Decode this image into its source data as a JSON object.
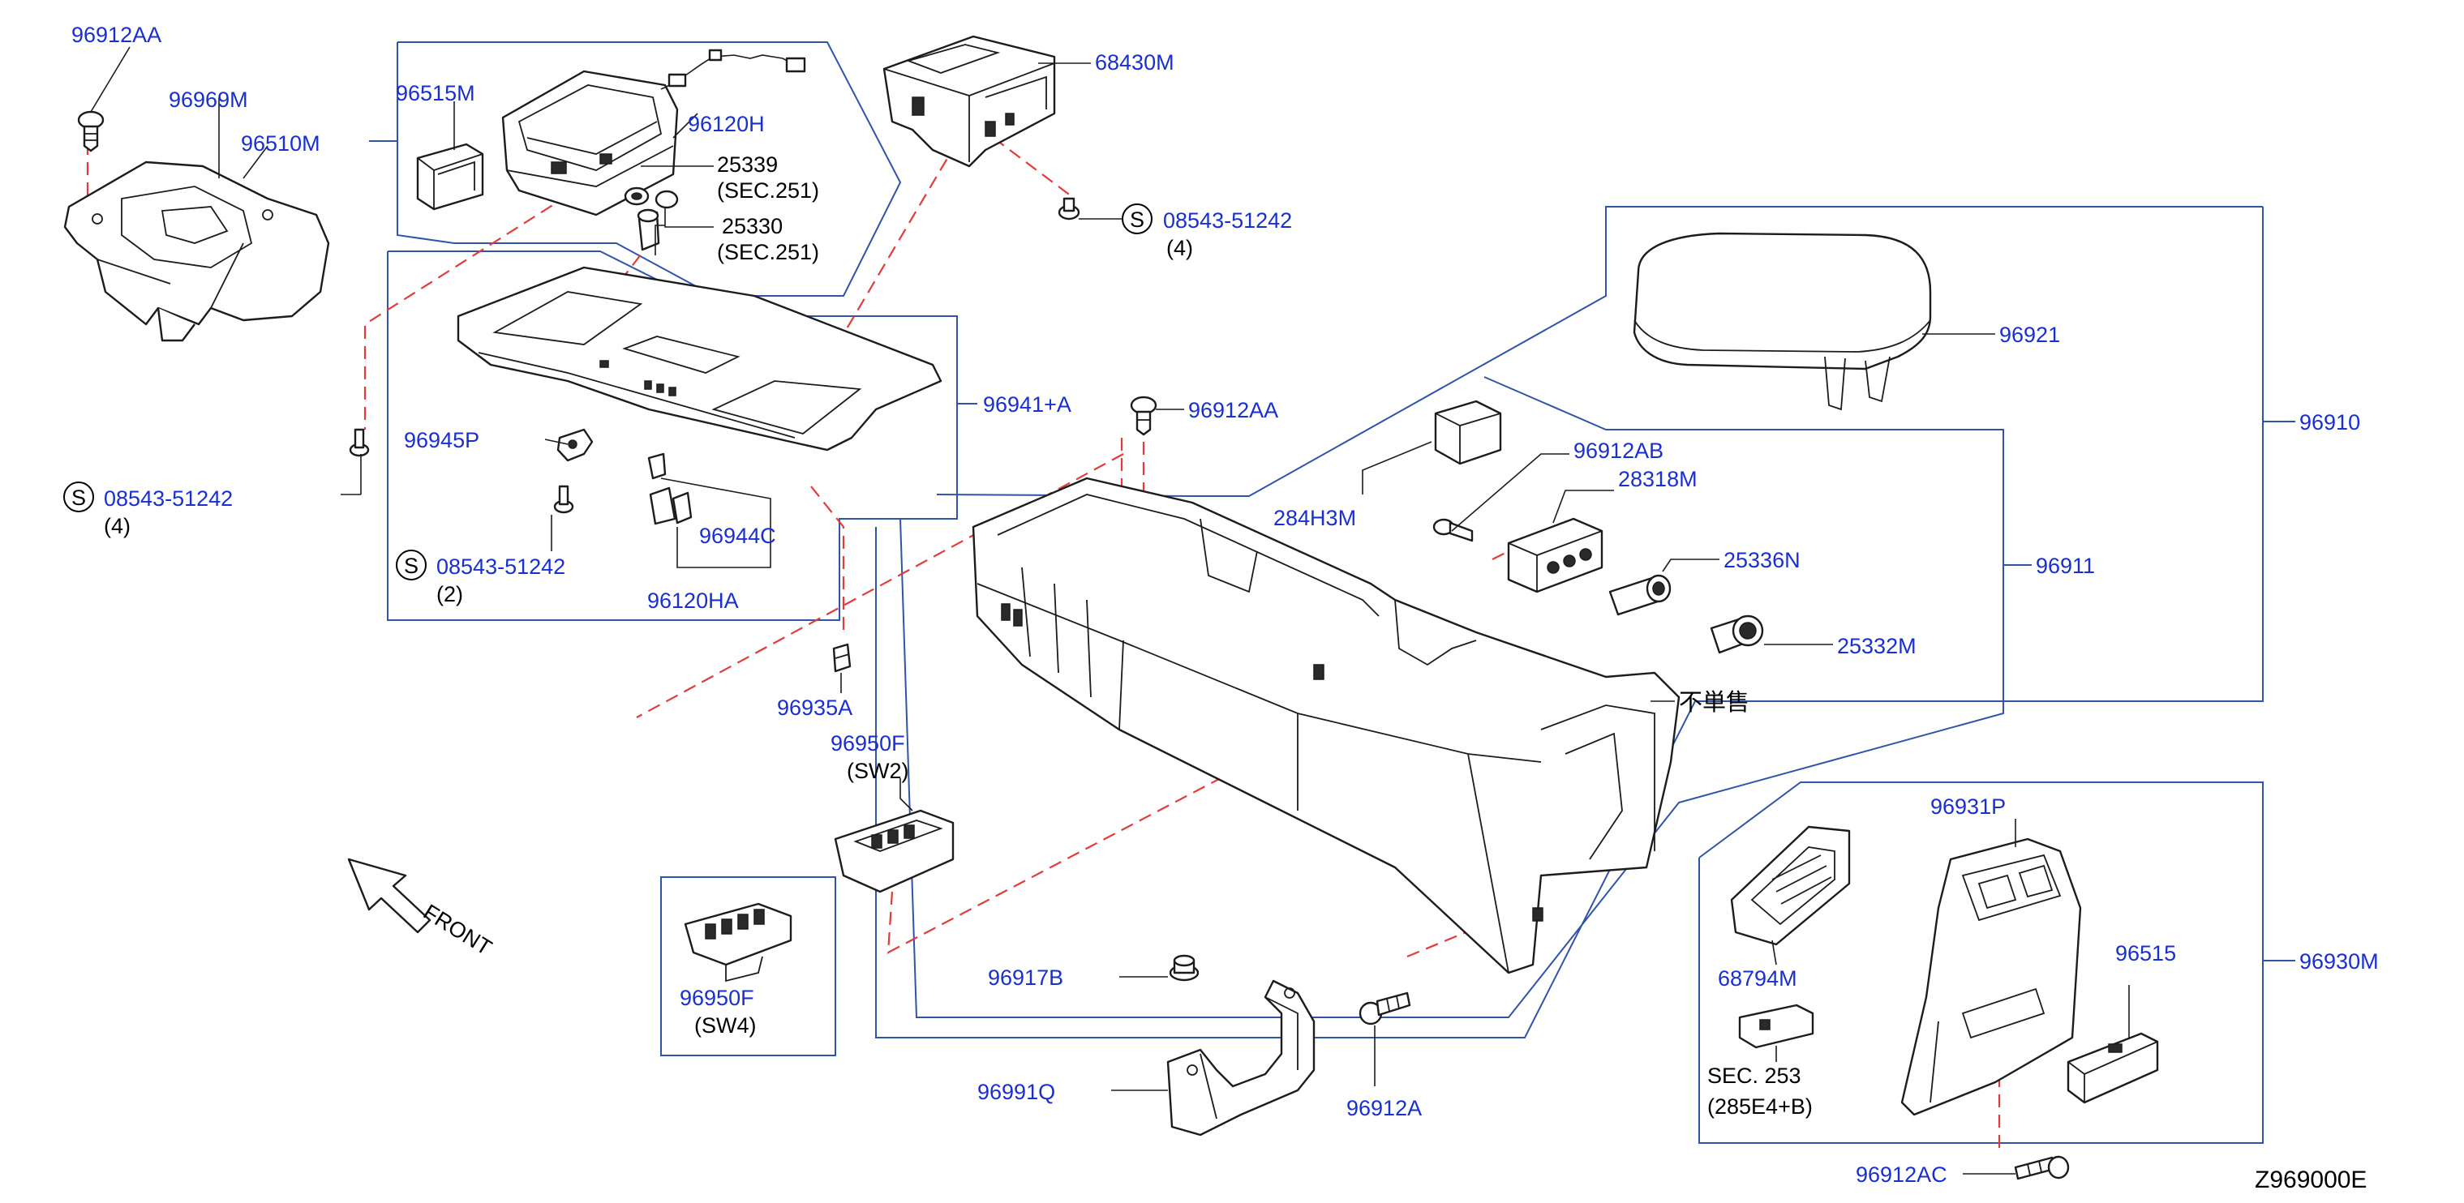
{
  "diagram_code": "Z969000E",
  "front_label": "FRONT",
  "not_sold_separately": "不単售",
  "screw_symbol": "S",
  "part_numbers": {
    "p96912AA_top": "96912AA",
    "p96969M": "96969M",
    "p96510M": "96510M",
    "p96515M": "96515M",
    "p96120H": "96120H",
    "p25339": "25339",
    "p25330": "25330",
    "p68430M": "68430M",
    "p08543_top": "08543-51242",
    "p96941A": "96941+A",
    "p96945P": "96945P",
    "p08543_left": "08543-51242",
    "p08543_mid": "08543-51242",
    "p96944C": "96944C",
    "p96120HA": "96120HA",
    "p96912AA_mid": "96912AA",
    "p96935A": "96935A",
    "p96950F_sw2": "96950F",
    "p96950F_sw4": "96950F",
    "p96921": "96921",
    "p96910": "96910",
    "p284H3M": "284H3M",
    "p96912AB": "96912AB",
    "p28318M": "28318M",
    "p25336N": "25336N",
    "p96911": "96911",
    "p25332M": "25332M",
    "p96931P": "96931P",
    "p96930M": "96930M",
    "p68794M": "68794M",
    "p96515": "96515",
    "p96917B": "96917B",
    "p96991Q": "96991Q",
    "p96912A": "96912A",
    "p96912AC": "96912AC"
  },
  "notes": {
    "sec251_a": "(SEC.251)",
    "sec251_b": "(SEC.251)",
    "qty4_top": "(4)",
    "qty4_left": "(4)",
    "qty2": "(2)",
    "sw2": "(SW2)",
    "sw4": "(SW4)",
    "sec253": "SEC.  253",
    "sec253_sub": "(285E4+B)"
  },
  "colors": {
    "part_number": "#1a2fd0",
    "group_line": "#3153a8",
    "hidden_link": "#e23b3b",
    "outline": "#1c1c1c"
  }
}
